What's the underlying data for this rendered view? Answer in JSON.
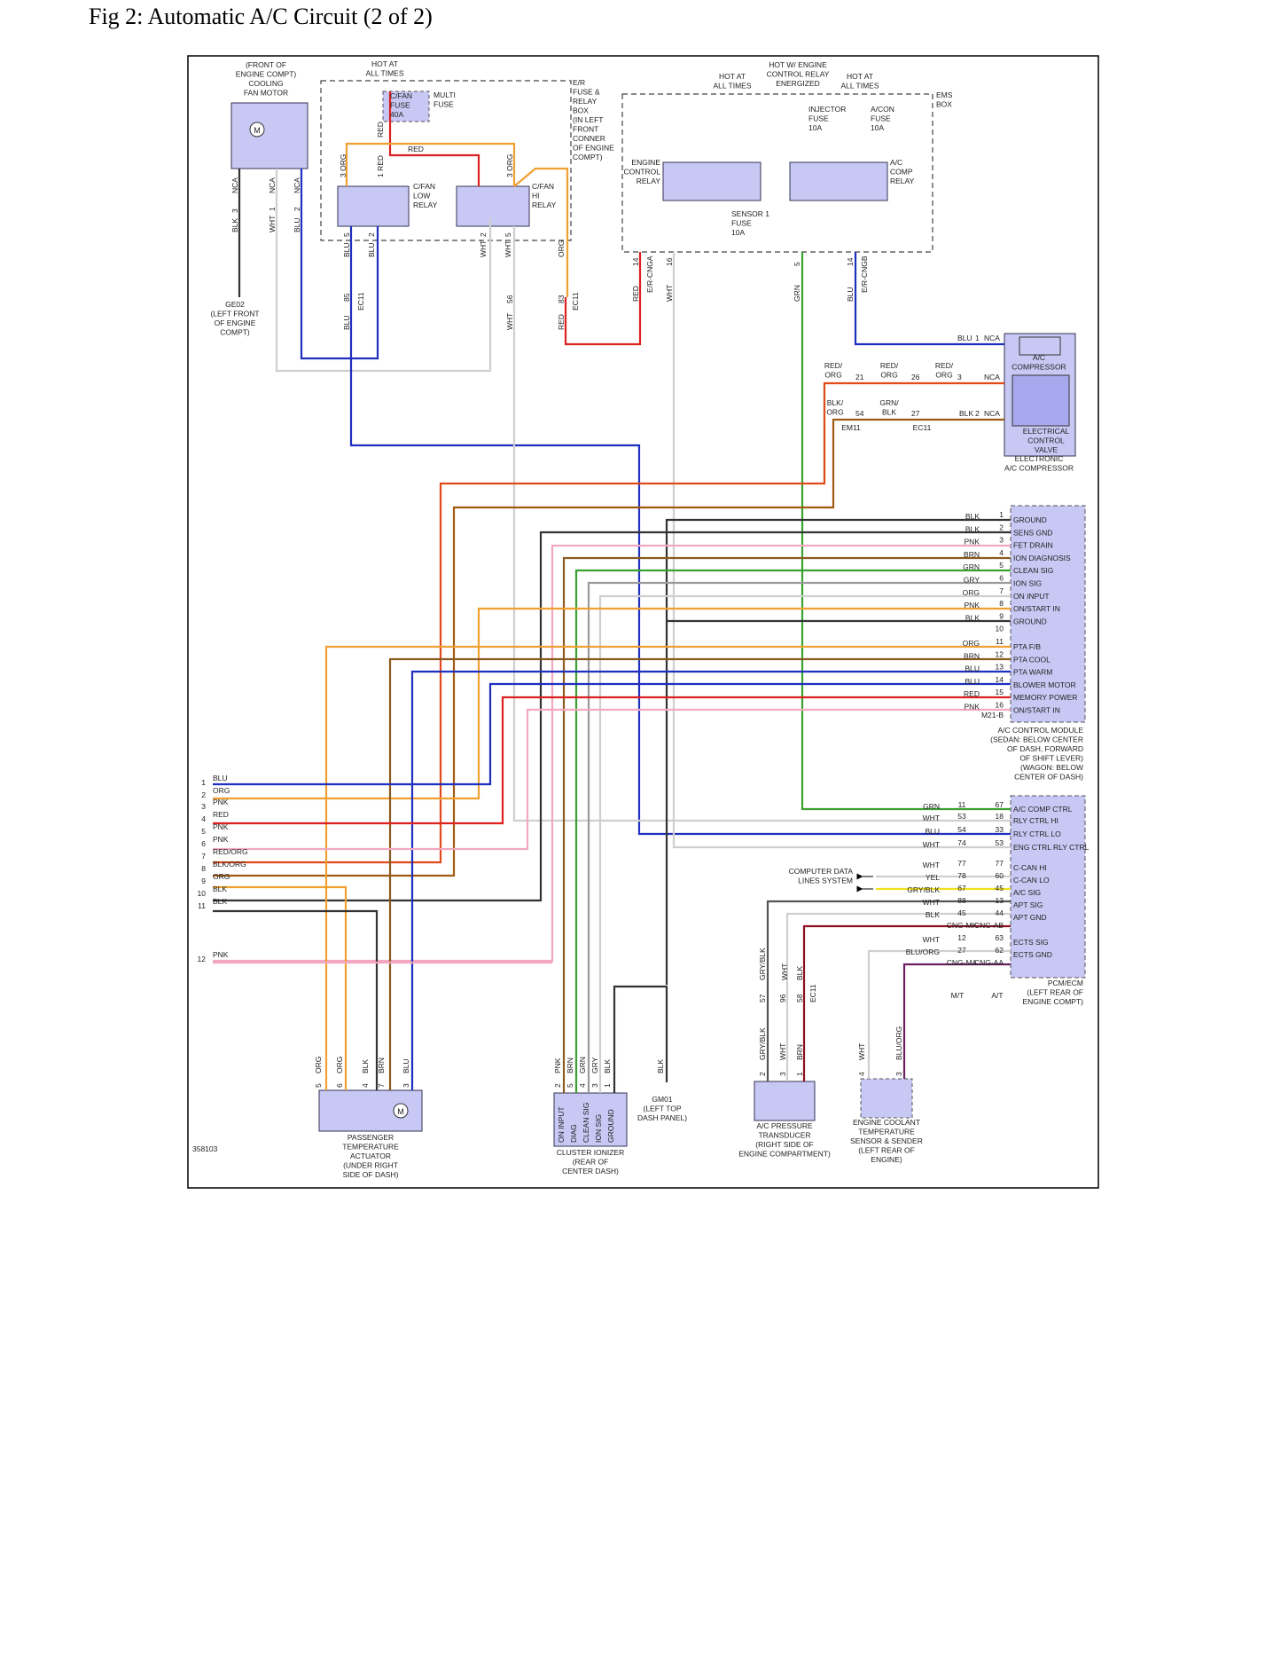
{
  "title": "Fig 2: Automatic A/C Circuit (2 of 2)",
  "figure_id": "358103",
  "colors": {
    "module_fill": "#c8c8f4",
    "module_stroke": "#333355",
    "BLU": "#1f2fbf",
    "ORG": "#f0a030",
    "RED": "#dd2020",
    "PNK": "#f2a8c0",
    "BLK": "#333333",
    "WHT": "#cfcfcf",
    "GRN": "#3aa030",
    "GRY": "#9a9a9a",
    "BRN": "#8a5a20",
    "YEL": "#f0e020",
    "REDORG": "#e04a18",
    "BLKORG": "#a05a10"
  },
  "components": [
    {
      "id": "fan-motor",
      "lines": [
        "(FRONT OF",
        "ENGINE COMPT)",
        "COOLING",
        "FAN MOTOR"
      ]
    },
    {
      "id": "ge02",
      "lines": [
        "GE02",
        "(LEFT FRONT",
        "OF ENGINE",
        "COMPT)"
      ]
    },
    {
      "id": "hot1",
      "lines": [
        "HOT AT",
        "ALL TIMES"
      ]
    },
    {
      "id": "multi-fuse",
      "lines": [
        "MULTI",
        "FUSE"
      ]
    },
    {
      "id": "cfan-fuse",
      "lines": [
        "C/FAN",
        "FUSE",
        "40A"
      ]
    },
    {
      "id": "er-box",
      "lines": [
        "E/R",
        "FUSE &",
        "RELAY",
        "BOX",
        "(IN LEFT",
        "FRONT",
        "CONNER",
        "OF ENGINE",
        "COMPT)"
      ]
    },
    {
      "id": "cfan-low",
      "lines": [
        "C/FAN",
        "LOW",
        "RELAY"
      ]
    },
    {
      "id": "cfan-hi",
      "lines": [
        "C/FAN",
        "HI",
        "RELAY"
      ]
    },
    {
      "id": "hot-ecr",
      "lines": [
        "HOT W/ ENGINE",
        "CONTROL RELAY",
        "ENERGIZED"
      ]
    },
    {
      "id": "hot2",
      "lines": [
        "HOT AT",
        "ALL TIMES"
      ]
    },
    {
      "id": "hot3",
      "lines": [
        "HOT AT",
        "ALL TIMES"
      ]
    },
    {
      "id": "ems-box",
      "lines": [
        "EMS",
        "BOX"
      ]
    },
    {
      "id": "injector-fuse",
      "lines": [
        "INJECTOR",
        "FUSE",
        "10A"
      ]
    },
    {
      "id": "acon-fuse",
      "lines": [
        "A/CON",
        "FUSE",
        "10A"
      ]
    },
    {
      "id": "ecr",
      "lines": [
        "ENGINE",
        "CONTROL",
        "RELAY"
      ]
    },
    {
      "id": "ac-comp-relay",
      "lines": [
        "A/C",
        "COMP",
        "RELAY"
      ]
    },
    {
      "id": "sensor1-fuse",
      "lines": [
        "SENSOR 1",
        "FUSE",
        "10A"
      ]
    },
    {
      "id": "ac-compressor",
      "lines": [
        "A/C",
        "COMPRESSOR"
      ]
    },
    {
      "id": "ecv",
      "lines": [
        "ELECTRICAL",
        "CONTROL",
        "VALVE"
      ]
    },
    {
      "id": "electronic-ac",
      "lines": [
        "ELECTRONIC",
        "A/C COMPRESSOR"
      ]
    },
    {
      "id": "acm-loc",
      "lines": [
        "A/C CONTROL MODULE",
        "(SEDAN: BELOW CENTER",
        "OF DASH, FORWARD",
        "OF SHIFT LEVER)",
        "(WAGON: BELOW",
        "CENTER OF DASH)"
      ]
    },
    {
      "id": "pcm-loc",
      "lines": [
        "PCM/ECM",
        "(LEFT REAR OF",
        "ENGINE COMPT)"
      ]
    },
    {
      "id": "cdls",
      "lines": [
        "COMPUTER DATA",
        "LINES SYSTEM"
      ]
    },
    {
      "id": "pta",
      "lines": [
        "PASSENGER",
        "TEMPERATURE",
        "ACTUATOR",
        "(UNDER RIGHT",
        "SIDE OF DASH)"
      ]
    },
    {
      "id": "ionizer",
      "lines": [
        "CLUSTER IONIZER",
        "(REAR OF",
        "CENTER DASH)"
      ]
    },
    {
      "id": "gm01",
      "lines": [
        "GM01",
        "(LEFT TOP",
        "DASH PANEL)"
      ]
    },
    {
      "id": "acpt",
      "lines": [
        "A/C PRESSURE",
        "TRANSDUCER",
        "(RIGHT SIDE OF",
        "ENGINE COMPARTMENT)"
      ]
    },
    {
      "id": "ects",
      "lines": [
        "ENGINE COOLANT",
        "TEMPERATURE",
        "SENSOR & SENDER",
        "(LEFT REAR OF",
        "ENGINE)"
      ]
    }
  ],
  "acm_pins": [
    {
      "num": "1",
      "wire": "BLK",
      "label": "GROUND"
    },
    {
      "num": "2",
      "wire": "BLK",
      "label": "SENS GND"
    },
    {
      "num": "3",
      "wire": "PNK",
      "label": "FET DRAIN"
    },
    {
      "num": "4",
      "wire": "BRN",
      "label": "ION DIAGNOSIS"
    },
    {
      "num": "5",
      "wire": "GRN",
      "label": "CLEAN SIG"
    },
    {
      "num": "6",
      "wire": "GRY",
      "label": "ION SIG"
    },
    {
      "num": "7",
      "wire": "ORG",
      "label": "ON INPUT"
    },
    {
      "num": "8",
      "wire": "PNK",
      "label": "ON/START IN"
    },
    {
      "num": "9",
      "wire": "BLK",
      "label": "GROUND"
    },
    {
      "num": "10",
      "wire": "",
      "label": ""
    },
    {
      "num": "11",
      "wire": "ORG",
      "label": "PTA F/B"
    },
    {
      "num": "12",
      "wire": "BRN",
      "label": "PTA COOL"
    },
    {
      "num": "13",
      "wire": "BLU",
      "label": "PTA WARM"
    },
    {
      "num": "14",
      "wire": "BLU",
      "label": "BLOWER MOTOR"
    },
    {
      "num": "15",
      "wire": "RED",
      "label": "MEMORY POWER"
    },
    {
      "num": "16",
      "wire": "PNK",
      "label": "ON/START IN"
    }
  ],
  "acm_connector": "M21-B",
  "pcm_rows": [
    {
      "wire": "GRN",
      "mt": "11",
      "at": "67",
      "label": "A/C COMP CTRL"
    },
    {
      "wire": "WHT",
      "mt": "53",
      "at": "18",
      "label": "RLY CTRL HI"
    },
    {
      "wire": "BLU",
      "mt": "54",
      "at": "33",
      "label": "RLY CTRL LO"
    },
    {
      "wire": "WHT",
      "mt": "74",
      "at": "53",
      "label": "ENG CTRL RLY CTRL"
    },
    {
      "wire": "WHT",
      "mt": "77",
      "at": "77",
      "label": "C-CAN HI"
    },
    {
      "wire": "YEL",
      "mt": "78",
      "at": "60",
      "label": "C-CAN LO"
    },
    {
      "wire": "GRY/BLK",
      "mt": "67",
      "at": "45",
      "label": "A/C SIG"
    },
    {
      "wire": "WHT",
      "mt": "88",
      "at": "13",
      "label": "APT SIG"
    },
    {
      "wire": "BLK",
      "mt": "45",
      "at": "44",
      "label": "APT GND"
    },
    {
      "wire": "",
      "mt": "CNG-MK",
      "at": "CNG-AB",
      "label": ""
    },
    {
      "wire": "WHT",
      "mt": "12",
      "at": "63",
      "label": "ECTS SIG"
    },
    {
      "wire": "BLU/ORG",
      "mt": "27",
      "at": "62",
      "label": "ECTS GND"
    },
    {
      "wire": "",
      "mt": "CNG-MA",
      "at": "CNG-AA",
      "label": ""
    }
  ],
  "pcm_col_labels": {
    "mt": "M/T",
    "at": "A/T"
  },
  "left_ref": [
    {
      "num": "1",
      "wire": "BLU"
    },
    {
      "num": "2",
      "wire": "ORG"
    },
    {
      "num": "3",
      "wire": "PNK"
    },
    {
      "num": "4",
      "wire": "RED"
    },
    {
      "num": "5",
      "wire": "PNK"
    },
    {
      "num": "6",
      "wire": "PNK"
    },
    {
      "num": "7",
      "wire": "RED/ORG"
    },
    {
      "num": "8",
      "wire": "BLK/ORG"
    },
    {
      "num": "9",
      "wire": "ORG"
    },
    {
      "num": "10",
      "wire": "BLK"
    },
    {
      "num": "11",
      "wire": "BLK"
    },
    {
      "num": "12",
      "wire": "PNK"
    }
  ],
  "compressor_wires": [
    {
      "wire": "BLU",
      "pin": "1",
      "nca": "NCA"
    },
    {
      "wire": "RED/ ORG",
      "pin": "3",
      "nca": "NCA"
    },
    {
      "wire": "BLK",
      "pin": "2",
      "nca": "NCA"
    }
  ],
  "compressor_mid": {
    "w21": "RED/ ORG",
    "p21": "21",
    "w26": "RED/ ORG",
    "p26": "26",
    "w54": "BLK/ ORG",
    "p54": "54",
    "w27": "GRN/ BLK",
    "p27": "27",
    "em11": "EM11",
    "ec11": "EC11"
  },
  "vlabels": {
    "nca": "NCA",
    "blk": "BLK",
    "wht": "WHT",
    "blu": "BLU",
    "org": "ORG",
    "red": "RED",
    "grn": "GRN",
    "p3": "3",
    "p1": "1",
    "p2": "2",
    "p5": "5",
    "p85": "85",
    "p56": "56",
    "p83": "83",
    "p14": "14",
    "p16": "16",
    "ec11": "EC11",
    "ercnga": "E/R-CNGA",
    "ercngb": "E/R-CNGB",
    "org3": "3 ORG",
    "red1": "1 RED",
    "red_h": "RED"
  },
  "pta_pins": [
    {
      "wire": "ORG",
      "pin": "5"
    },
    {
      "wire": "ORG",
      "pin": "6"
    },
    {
      "wire": "BLK",
      "pin": "4"
    },
    {
      "wire": "BRN",
      "pin": "7"
    },
    {
      "wire": "BLU",
      "pin": "3"
    }
  ],
  "ionizer_pins": [
    {
      "wire": "PNK",
      "pin": "2",
      "label": "ON INPUT"
    },
    {
      "wire": "BRN",
      "pin": "5",
      "label": "DIAG"
    },
    {
      "wire": "GRN",
      "pin": "4",
      "label": "CLEAN SIG"
    },
    {
      "wire": "GRY",
      "pin": "3",
      "label": "ION SIG"
    },
    {
      "wire": "BLK",
      "pin": "1",
      "label": "GROUND"
    }
  ],
  "gm01_wire": "BLK",
  "acpt_pins": [
    {
      "wire": "GRY/BLK",
      "top": "57",
      "pin": "2"
    },
    {
      "wire": "WHT",
      "top": "96",
      "pin": "3"
    },
    {
      "wire": "BRN",
      "top": "58",
      "pin": "1"
    }
  ],
  "acpt_upper": {
    "w1": "GRY/BLK",
    "w2": "WHT",
    "w3": "BLK",
    "conn": "EC11"
  },
  "ects_pins": [
    {
      "wire": "WHT",
      "pin": "4"
    },
    {
      "wire": "BLU/ORG",
      "pin": "3"
    }
  ]
}
